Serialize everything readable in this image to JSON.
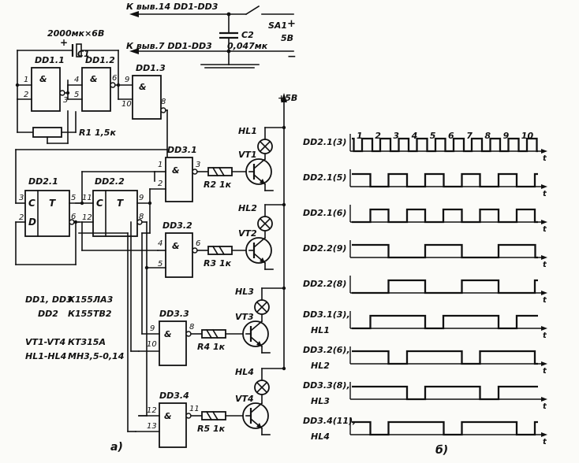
{
  "schematic": {
    "header": {
      "line1": "К выв.14 DD1-DD3",
      "line2": "К выв.7 DD1-DD3"
    },
    "switch": "SA1",
    "supply_plus": "+",
    "supply_voltage": "5В",
    "supply_minus": "−",
    "cap_c1_value": "2000мк×6В",
    "cap_c1_name": "C1",
    "cap_c1_plus": "+",
    "cap_c2_name": "C2",
    "cap_c2_value": "0,047мк",
    "resistor_r1": "R1 1,5к",
    "plus5": "+5В",
    "ic_labels": {
      "dd1_1": "DD1.1",
      "dd1_2": "DD1.2",
      "dd1_3": "DD1.3",
      "dd2_1": "DD2.1",
      "dd2_2": "DD2.2",
      "dd3_1": "DD3.1",
      "dd3_2": "DD3.2",
      "dd3_3": "DD3.3",
      "dd3_4": "DD3.4"
    },
    "gate_symbol": "&",
    "trigger_symbols": {
      "c": "C",
      "t": "T",
      "d": "D"
    },
    "pins": {
      "dd1_1_a": "1",
      "dd1_1_b": "2",
      "dd1_1_out": "3",
      "dd1_2_a": "4",
      "dd1_2_b": "5",
      "dd1_2_out": "6",
      "dd1_3_a": "9",
      "dd1_3_b": "10",
      "dd1_3_out": "8",
      "dd2_1_c": "3",
      "dd2_1_d": "2",
      "dd2_1_q": "5",
      "dd2_1_nq": "6",
      "dd2_2_c": "11",
      "dd2_2_d": "12",
      "dd2_2_q": "9",
      "dd2_2_nq": "8",
      "dd3_1_a": "1",
      "dd3_1_b": "2",
      "dd3_1_out": "3",
      "dd3_2_a": "4",
      "dd3_2_b": "5",
      "dd3_2_out": "6",
      "dd3_3_a": "9",
      "dd3_3_b": "10",
      "dd3_3_out": "8",
      "dd3_4_a": "12",
      "dd3_4_b": "13",
      "dd3_4_out": "11"
    },
    "resistors": [
      "R2 1к",
      "R3 1к",
      "R4 1к",
      "R5 1к"
    ],
    "transistors": [
      "VT1",
      "VT2",
      "VT3",
      "VT4"
    ],
    "lamps": [
      "HL1",
      "HL2",
      "HL3",
      "HL4"
    ],
    "legend": [
      {
        "ref": "DD1, DD3",
        "part": "К155ЛА3"
      },
      {
        "ref": "DD2",
        "part": "К155ТВ2"
      },
      {
        "ref": "VT1-VT4",
        "part": "КТ315А"
      },
      {
        "ref": "HL1-HL4",
        "part": "МН3,5-0,14"
      }
    ],
    "caption": "а)"
  },
  "timing": {
    "caption": "б)",
    "time_axis_label": "t",
    "pulse_numbers": [
      "1",
      "2",
      "3",
      "4",
      "5",
      "6",
      "7",
      "8",
      "9",
      "10"
    ],
    "signals": [
      {
        "label": "DD2.1(3)",
        "label2": "",
        "period": 1,
        "phase": 0.55,
        "duty": 0.55,
        "start_high": true
      },
      {
        "label": "DD2.1(5)",
        "label2": "",
        "period": 2,
        "phase": 0,
        "duty": 0.5,
        "start_high": true
      },
      {
        "label": "DD2.1(6)",
        "label2": "",
        "period": 2,
        "phase": 1,
        "duty": 0.5,
        "start_high": false
      },
      {
        "label": "DD2.2(9)",
        "label2": "",
        "period": 4,
        "phase": 0,
        "duty": 0.5,
        "start_high": true
      },
      {
        "label": "DD2.2(8)",
        "label2": "",
        "period": 4,
        "phase": 2,
        "duty": 0.5,
        "start_high": false
      },
      {
        "label": "DD3.1(3),",
        "label2": "HL1",
        "period": 4,
        "phase": 1,
        "duty": 0.75,
        "start_high": true
      },
      {
        "label": "DD3.2(6),",
        "label2": "HL2",
        "period": 4,
        "phase": 3,
        "duty": 0.75,
        "start_high": true
      },
      {
        "label": "DD3.3(8),",
        "label2": "HL3",
        "period": 4,
        "phase": 0,
        "duty": 0.75,
        "start_high": true
      },
      {
        "label": "DD3.4(11),",
        "label2": "HL4",
        "period": 4,
        "phase": 2,
        "duty": 0.75,
        "start_high": true
      }
    ]
  }
}
